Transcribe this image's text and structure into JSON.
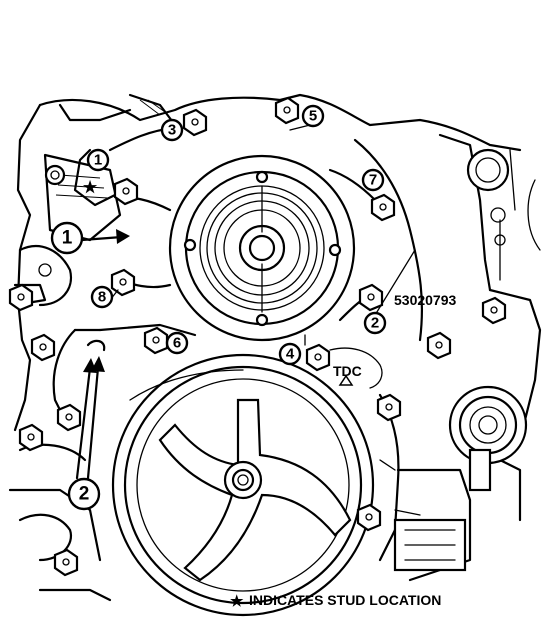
{
  "callouts": {
    "bolt_1": "1",
    "bolt_2": "2",
    "bolt_3": "3",
    "bolt_4": "4",
    "bolt_5": "5",
    "bolt_6": "6",
    "bolt_7": "7",
    "bolt_8": "8",
    "item_1": "1",
    "item_2": "2"
  },
  "labels": {
    "part_number": "53020793",
    "tdc": "TDC",
    "legend_symbol": "★",
    "legend_text": "INDICATES STUD LOCATION",
    "stud_marker": "★"
  }
}
